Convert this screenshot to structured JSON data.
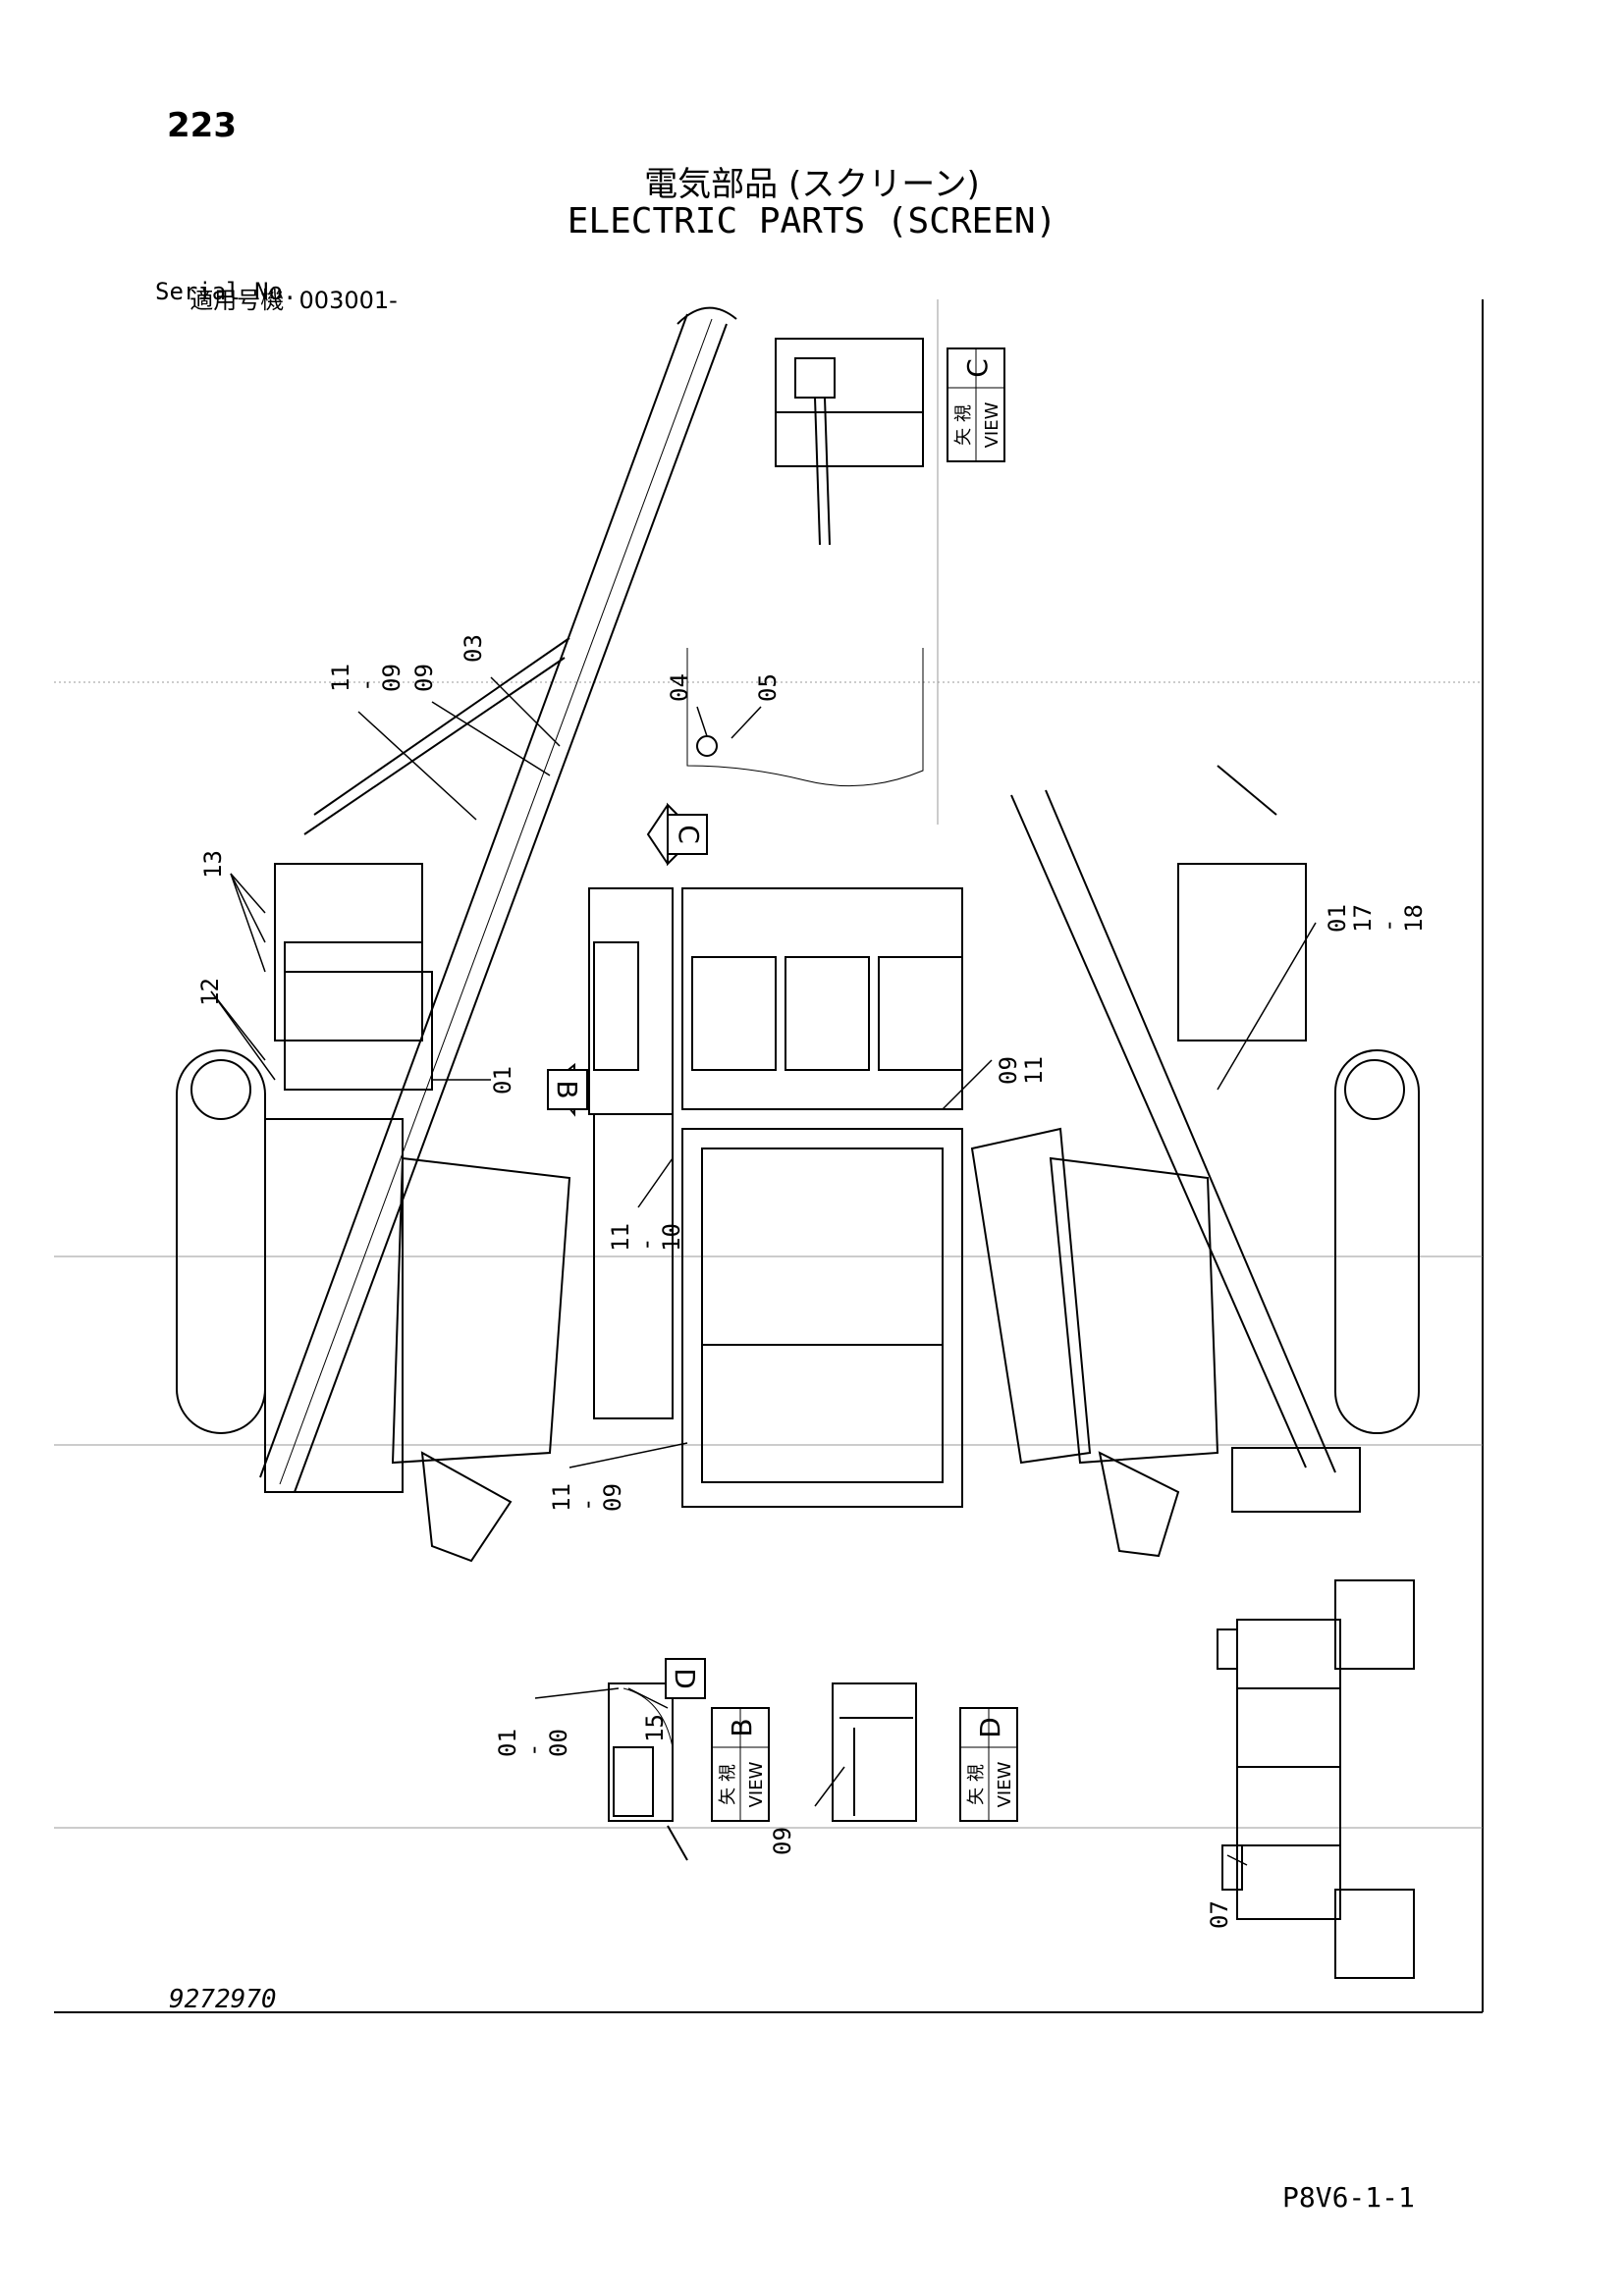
{
  "header": {
    "page_number": "223",
    "title_jp": "電気部品 (スクリーン)",
    "title_en": "ELECTRIC PARTS (SCREEN)",
    "serial_label_jp": "適用号機",
    "serial_value": "003001-",
    "serial_label_en": "Serial No."
  },
  "footer": {
    "drawing_number": "9272970",
    "page_code": "P8V6-1-1"
  },
  "views": [
    {
      "id": "view-c",
      "jp": "矢 視",
      "en": "VIEW",
      "letter": "C"
    },
    {
      "id": "view-b",
      "jp": "矢 視",
      "en": "VIEW",
      "letter": "B"
    },
    {
      "id": "view-d",
      "jp": "矢 視",
      "en": "VIEW",
      "letter": "D"
    }
  ],
  "direction_arrows": {
    "c": "C",
    "b": "B",
    "d": "D"
  },
  "callouts": {
    "c01": "11\n-\n09",
    "c02": "09",
    "c03": "03",
    "c04": "04",
    "c05": "05",
    "c06": "13",
    "c07": "12",
    "c08": "01",
    "c09": "01\n17\n-\n18",
    "c10": "09\n11",
    "c11": "11\n-\n10",
    "c12": "11\n-\n09",
    "c13": "01\n-\n00",
    "c14": "15",
    "c15": "09",
    "c16": "07"
  }
}
